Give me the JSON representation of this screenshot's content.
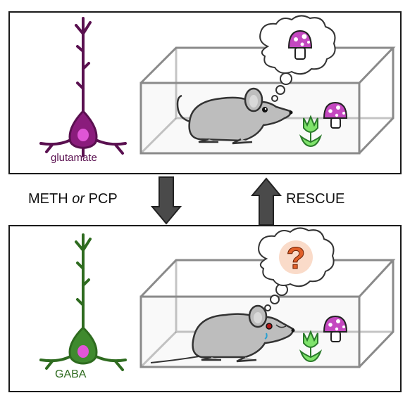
{
  "top_panel": {
    "neuron_label": "glutamate",
    "neuron_color": "#5a1050",
    "soma_color": "#8a1c7c",
    "nucleus_color": "#e055d6",
    "thought": "mushroom-icon",
    "mouse_state": "normal"
  },
  "bottom_panel": {
    "neuron_label": "GABA",
    "neuron_color": "#2e6b1f",
    "soma_color": "#3f8a2e",
    "nucleus_color": "#e055d6",
    "thought_text": "?",
    "thought_color": "#e0602a",
    "mouse_state": "confused"
  },
  "arrows": {
    "down_label_prefix": "METH ",
    "down_label_or": "or",
    "down_label_suffix": " PCP",
    "up_label": "RESCUE",
    "arrow_color": "#4a4a4a"
  },
  "colors": {
    "mouse_fill": "#bdbdbd",
    "mouse_stroke": "#333333",
    "tulip_fill": "#7fe36b",
    "mushroom_cap": "#c448c0",
    "box_stroke": "#8a8a8a"
  }
}
